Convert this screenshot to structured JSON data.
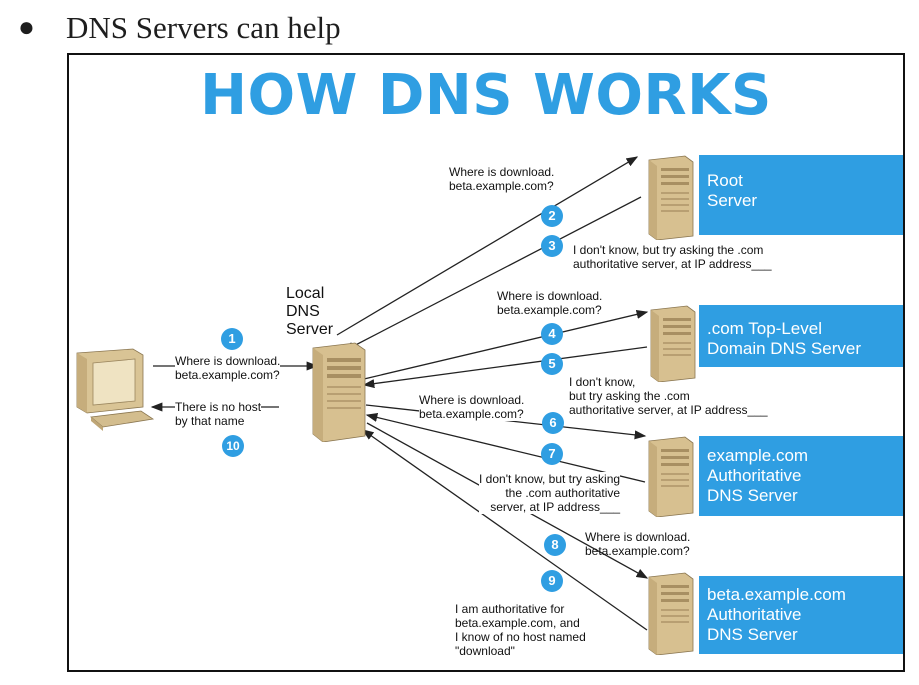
{
  "bullet": "DNS Servers can help",
  "diagram": {
    "title": "HOW DNS WORKS",
    "local_server": [
      "Local",
      "DNS",
      "Server"
    ],
    "servers": {
      "root": [
        "Root",
        "Server"
      ],
      "tld": [
        ".com Top-Level",
        "Domain DNS Server"
      ],
      "authoritative": [
        "example.com",
        "Authoritative",
        "DNS Server"
      ],
      "beta": [
        "beta.example.com",
        "Authoritative",
        "DNS Server"
      ]
    },
    "steps": [
      "1",
      "2",
      "3",
      "4",
      "5",
      "6",
      "7",
      "8",
      "9",
      "10"
    ],
    "messages": {
      "m1": [
        "Where is download.",
        "beta.example.com?"
      ],
      "m2": [
        "Where is download.",
        "beta.example.com?"
      ],
      "m3": [
        "I don't know, but try asking the .com",
        "authoritative server, at IP address___"
      ],
      "m4": [
        "Where is download.",
        "beta.example.com?"
      ],
      "m5": [
        "I don't know,",
        "but try asking the .com",
        "authoritative server, at IP address___"
      ],
      "m6": [
        "Where is download.",
        "beta.example.com?"
      ],
      "m7": [
        "I don't know, but try asking",
        "the .com authoritative",
        "server, at IP address___"
      ],
      "m8": [
        "Where is download.",
        "beta.example.com?"
      ],
      "m9": [
        "I am authoritative for",
        "beta.example.com, and",
        "I know of no host named",
        "\"download\""
      ],
      "m10": [
        "There is no host",
        "by that name"
      ]
    },
    "colors": {
      "accent": "#2f9ee2",
      "server_body": "#e2cfa6"
    }
  }
}
